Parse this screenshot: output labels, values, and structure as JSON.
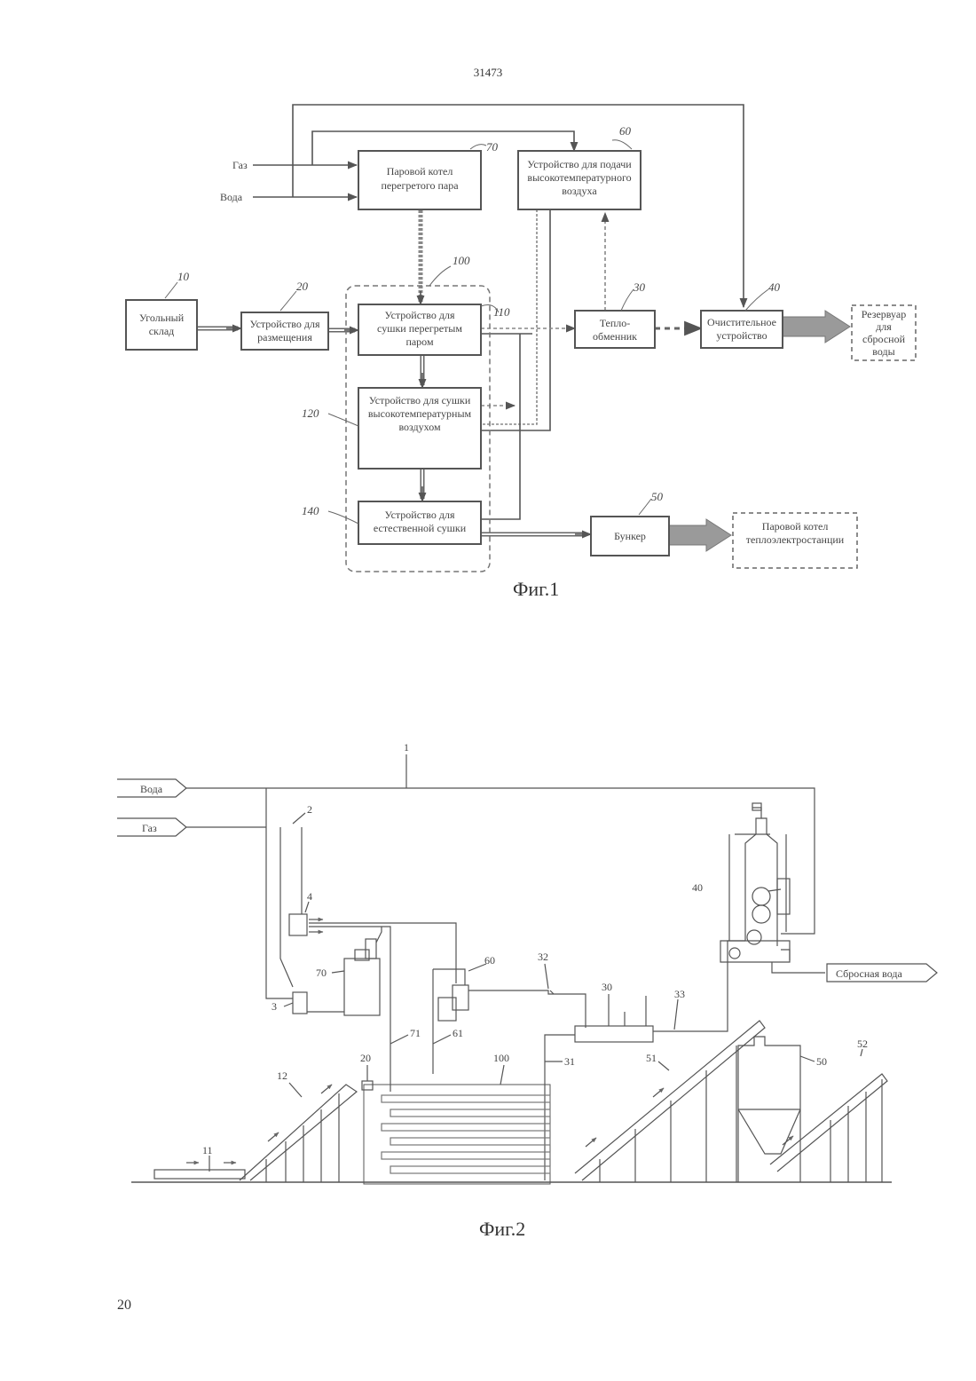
{
  "header": {
    "doc_number": "31473"
  },
  "page_number": "20",
  "fig1": {
    "caption": "Фиг.1",
    "inputs": {
      "gas": "Газ",
      "water": "Вода"
    },
    "boxes": {
      "coal_store": {
        "lines": [
          "Угольный",
          "склад"
        ],
        "ref": "10"
      },
      "placement": {
        "lines": [
          "Устройство для",
          "размещения"
        ],
        "ref": "20"
      },
      "boiler": {
        "lines": [
          "Паровой котел",
          "перегретого пара"
        ],
        "ref": "70"
      },
      "hot_air": {
        "lines": [
          "Устройство для подачи",
          "высокотемпературного",
          "воздуха"
        ],
        "ref": "60"
      },
      "dryer_group": {
        "ref": "100"
      },
      "steam_dryer": {
        "lines": [
          "Устройство для",
          "сушки перегретым",
          "паром"
        ],
        "ref": "110"
      },
      "air_dryer": {
        "lines": [
          "Устройство для сушки",
          "высокотемпературным",
          "воздухом"
        ],
        "ref": "120"
      },
      "natural_dryer": {
        "lines": [
          "Устройство для",
          "естественной сушки"
        ],
        "ref": "140"
      },
      "heat_exchanger": {
        "lines": [
          "Тепло-",
          "обменник"
        ],
        "ref": "30"
      },
      "cleaner": {
        "lines": [
          "Очистительное",
          "устройство"
        ],
        "ref": "40"
      },
      "waste_reservoir": {
        "lines": [
          "Резервуар",
          "для",
          "сбросной",
          "воды"
        ]
      },
      "bunker": {
        "lines": [
          "Бункер"
        ],
        "ref": "50"
      },
      "power_boiler": {
        "lines": [
          "Паровой котел",
          "теплоэлектростанции"
        ]
      }
    }
  },
  "fig2": {
    "caption": "Фиг.2",
    "tags": {
      "water": "Вода",
      "gas": "Газ",
      "waste_water": "Сбросная вода"
    },
    "numbers": [
      "1",
      "2",
      "4",
      "40",
      "70",
      "60",
      "32",
      "3",
      "30",
      "33",
      "71",
      "61",
      "100",
      "20",
      "31",
      "51",
      "50",
      "52",
      "12",
      "11"
    ]
  },
  "colors": {
    "line": "#555555",
    "box_border": "#555555",
    "thick_arrow": "#8a8a8a",
    "background": "#ffffff"
  }
}
